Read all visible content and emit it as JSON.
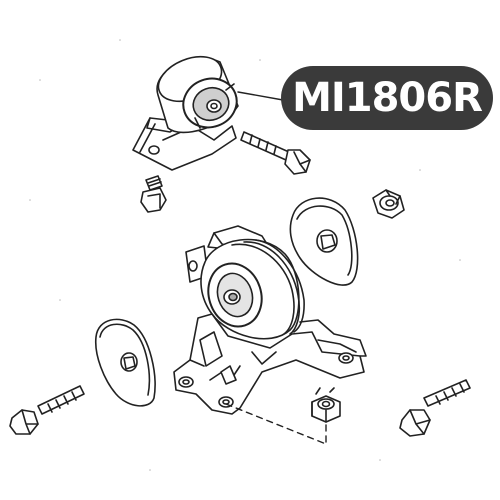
{
  "diagram": {
    "part_number": "MI1806R",
    "components": [
      "upper-mount-bushing",
      "upper-mount-bolt",
      "upper-mount-nut",
      "bracket-nut",
      "left-washer-plate",
      "right-washer-plate",
      "engine-mount-bracket",
      "left-bolt",
      "bottom-nut",
      "right-bolt"
    ]
  },
  "colors": {
    "badge_background": "#3a3a3a",
    "badge_text": "#ffffff",
    "line": "#222222",
    "shade": "#cfcfcf"
  }
}
